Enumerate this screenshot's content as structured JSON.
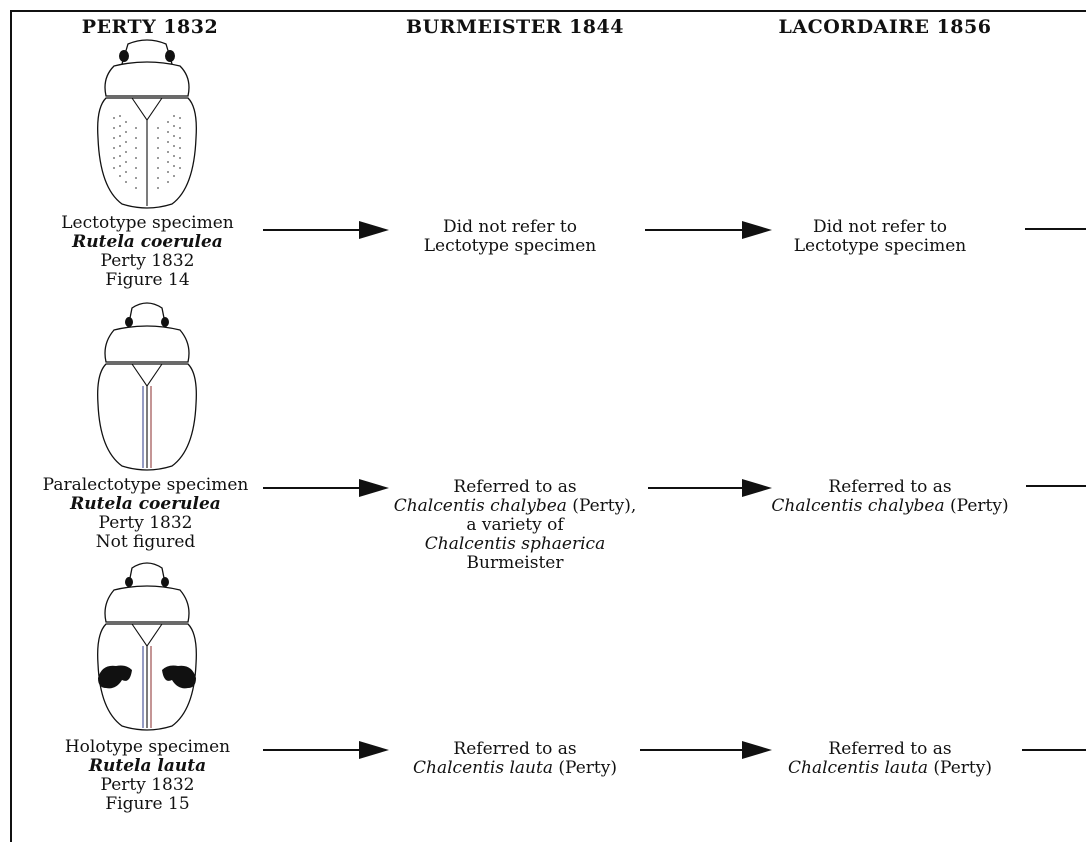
{
  "headers": {
    "col1": "PERTY 1832",
    "col2": "BURMEISTER 1844",
    "col3": "LACORDAIRE 1856"
  },
  "rows": [
    {
      "specimen": {
        "l1": "Lectotype specimen",
        "l2": "Rutela coerulea",
        "l3": "Perty 1832",
        "l4": "Figure 14"
      },
      "burmeister": {
        "l1": "Did not refer to",
        "l2": "Lectotype specimen"
      },
      "lacordaire": {
        "l1": "Did not refer to",
        "l2": "Lectotype specimen"
      }
    },
    {
      "specimen": {
        "l1": "Paralectotype specimen",
        "l2": "Rutela coerulea",
        "l3": "Perty 1832",
        "l4": "Not figured"
      },
      "burmeister": {
        "l1": "Referred to as",
        "l2_it": "Chalcentis chalybea",
        "l2_rest": " (Perty),",
        "l3": "a variety of",
        "l4": "Chalcentis sphaerica",
        "l5": "Burmeister"
      },
      "lacordaire": {
        "l1": "Referred to as",
        "l2_it": "Chalcentis chalybea",
        "l2_rest": " (Perty)"
      }
    },
    {
      "specimen": {
        "l1": "Holotype specimen",
        "l2": "Rutela lauta",
        "l3": "Perty 1832",
        "l4": "Figure 15"
      },
      "burmeister": {
        "l1": "Referred to as",
        "l2_it": "Chalcentis lauta",
        "l2_rest": " (Perty)"
      },
      "lacordaire": {
        "l1": "Referred to as",
        "l2_it": "Chalcentis lauta",
        "l2_rest": " (Perty)"
      }
    }
  ]
}
